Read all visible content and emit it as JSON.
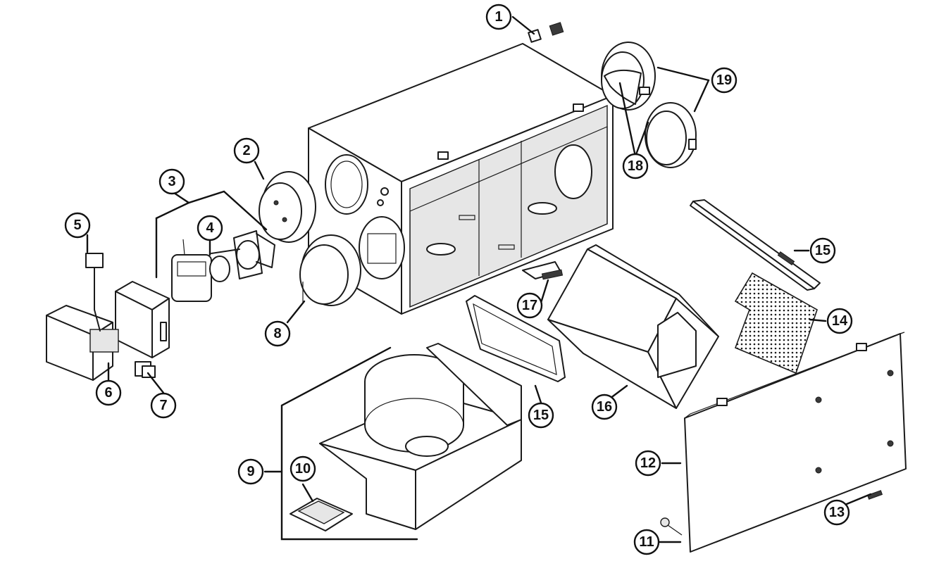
{
  "callouts": [
    {
      "id": "1",
      "label": "1"
    },
    {
      "id": "2",
      "label": "2"
    },
    {
      "id": "3",
      "label": "3"
    },
    {
      "id": "4",
      "label": "4"
    },
    {
      "id": "5",
      "label": "5"
    },
    {
      "id": "6",
      "label": "6"
    },
    {
      "id": "7",
      "label": "7"
    },
    {
      "id": "8",
      "label": "8"
    },
    {
      "id": "9",
      "label": "9"
    },
    {
      "id": "10",
      "label": "10"
    },
    {
      "id": "11",
      "label": "11"
    },
    {
      "id": "12",
      "label": "12"
    },
    {
      "id": "13",
      "label": "13"
    },
    {
      "id": "14",
      "label": "14"
    },
    {
      "id": "15a",
      "label": "15"
    },
    {
      "id": "15b",
      "label": "15"
    },
    {
      "id": "16",
      "label": "16"
    },
    {
      "id": "17",
      "label": "17"
    },
    {
      "id": "18",
      "label": "18"
    },
    {
      "id": "19",
      "label": "19"
    }
  ],
  "colors": {
    "line": "#1a1a1a",
    "background": "#ffffff",
    "shade": "#e6e6e6"
  }
}
